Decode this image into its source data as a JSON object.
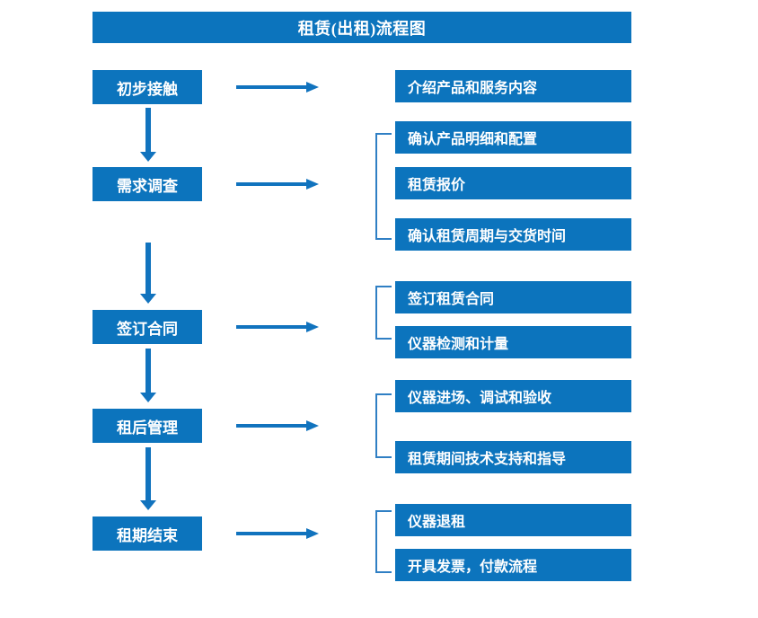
{
  "diagram": {
    "title": "租赁(出租)流程图",
    "accent_color": "#0c74bd",
    "arrow_color": "#1173be",
    "bracket_color": "#2f7fc4",
    "background_color": "#ffffff",
    "type": "flowchart",
    "stages": [
      {
        "id": "stage-1",
        "label": "初步接触"
      },
      {
        "id": "stage-2",
        "label": "需求调查"
      },
      {
        "id": "stage-3",
        "label": "签订合同"
      },
      {
        "id": "stage-4",
        "label": "租后管理"
      },
      {
        "id": "stage-5",
        "label": "租期结束"
      }
    ],
    "details": [
      {
        "id": "detail-1",
        "label": "介绍产品和服务内容",
        "stage": "初步接触"
      },
      {
        "id": "detail-2",
        "label": "确认产品明细和配置",
        "stage": "需求调查"
      },
      {
        "id": "detail-3",
        "label": "租赁报价",
        "stage": "需求调查"
      },
      {
        "id": "detail-4",
        "label": "确认租赁周期与交货时间",
        "stage": "需求调查"
      },
      {
        "id": "detail-5",
        "label": "签订租赁合同",
        "stage": "签订合同"
      },
      {
        "id": "detail-6",
        "label": "仪器检测和计量",
        "stage": "签订合同"
      },
      {
        "id": "detail-7",
        "label": "仪器进场、调试和验收",
        "stage": "租后管理"
      },
      {
        "id": "detail-8",
        "label": "租赁期间技术支持和指导",
        "stage": "租后管理"
      },
      {
        "id": "detail-9",
        "label": "仪器退租",
        "stage": "租期结束"
      },
      {
        "id": "detail-10",
        "label": "开具发票，付款流程",
        "stage": "租期结束"
      }
    ]
  }
}
